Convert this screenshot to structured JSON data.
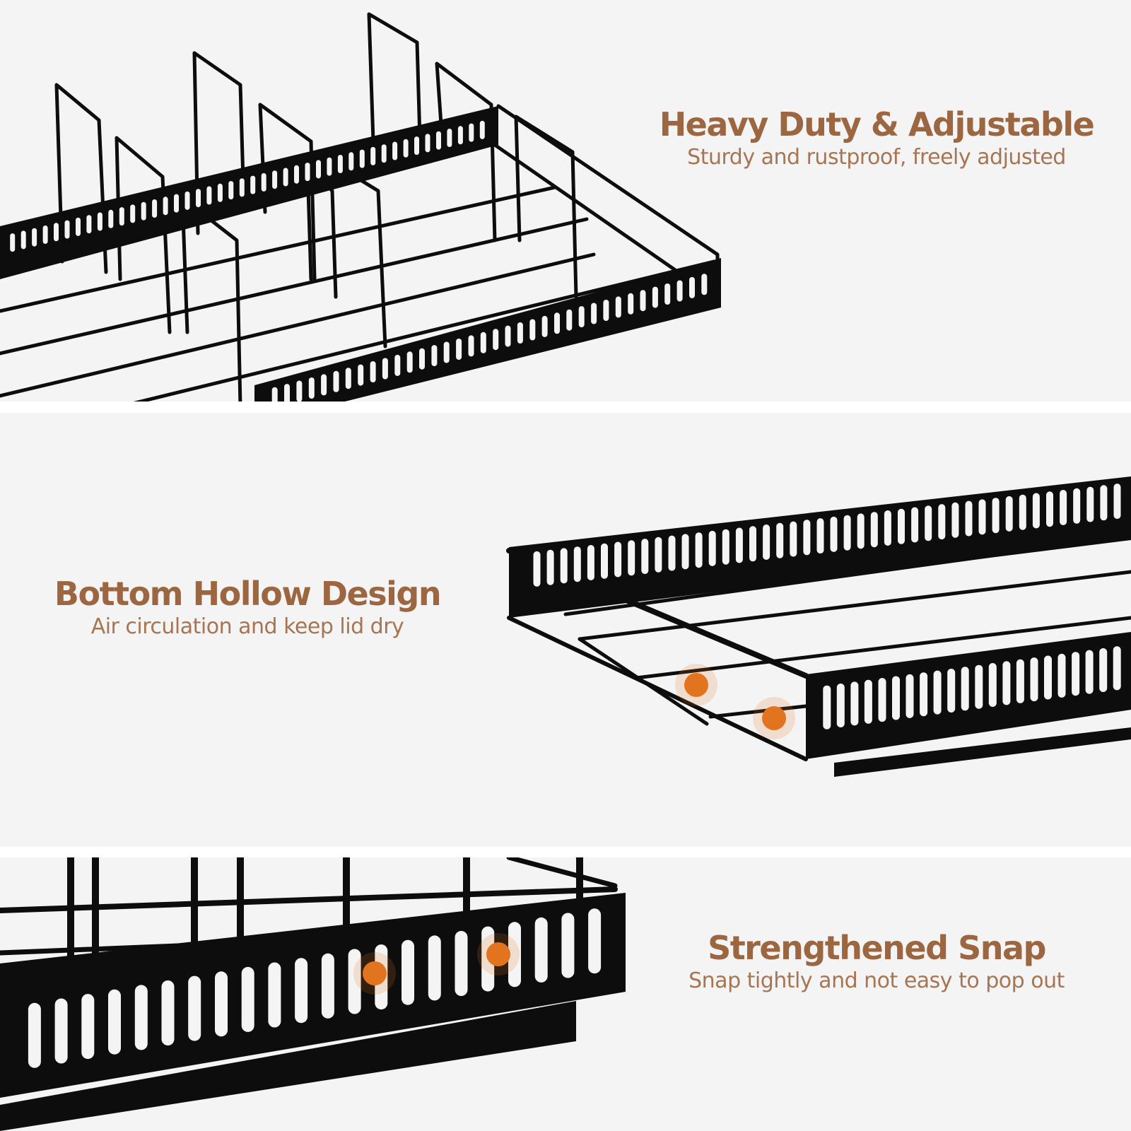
{
  "colors": {
    "accent": "#9b6640",
    "subtitle": "#a77552",
    "background": "#f4f4f4",
    "rack": "#0d0d0d",
    "marker": "#e2741f"
  },
  "sections": [
    {
      "title": "Heavy Duty & Adjustable",
      "subtitle": "Sturdy and rustproof, freely adjusted"
    },
    {
      "title": "Bottom Hollow Design",
      "subtitle": "Air circulation and keep lid dry"
    },
    {
      "title": "Strengthened Snap",
      "subtitle": "Snap tightly and not easy to pop out"
    }
  ]
}
